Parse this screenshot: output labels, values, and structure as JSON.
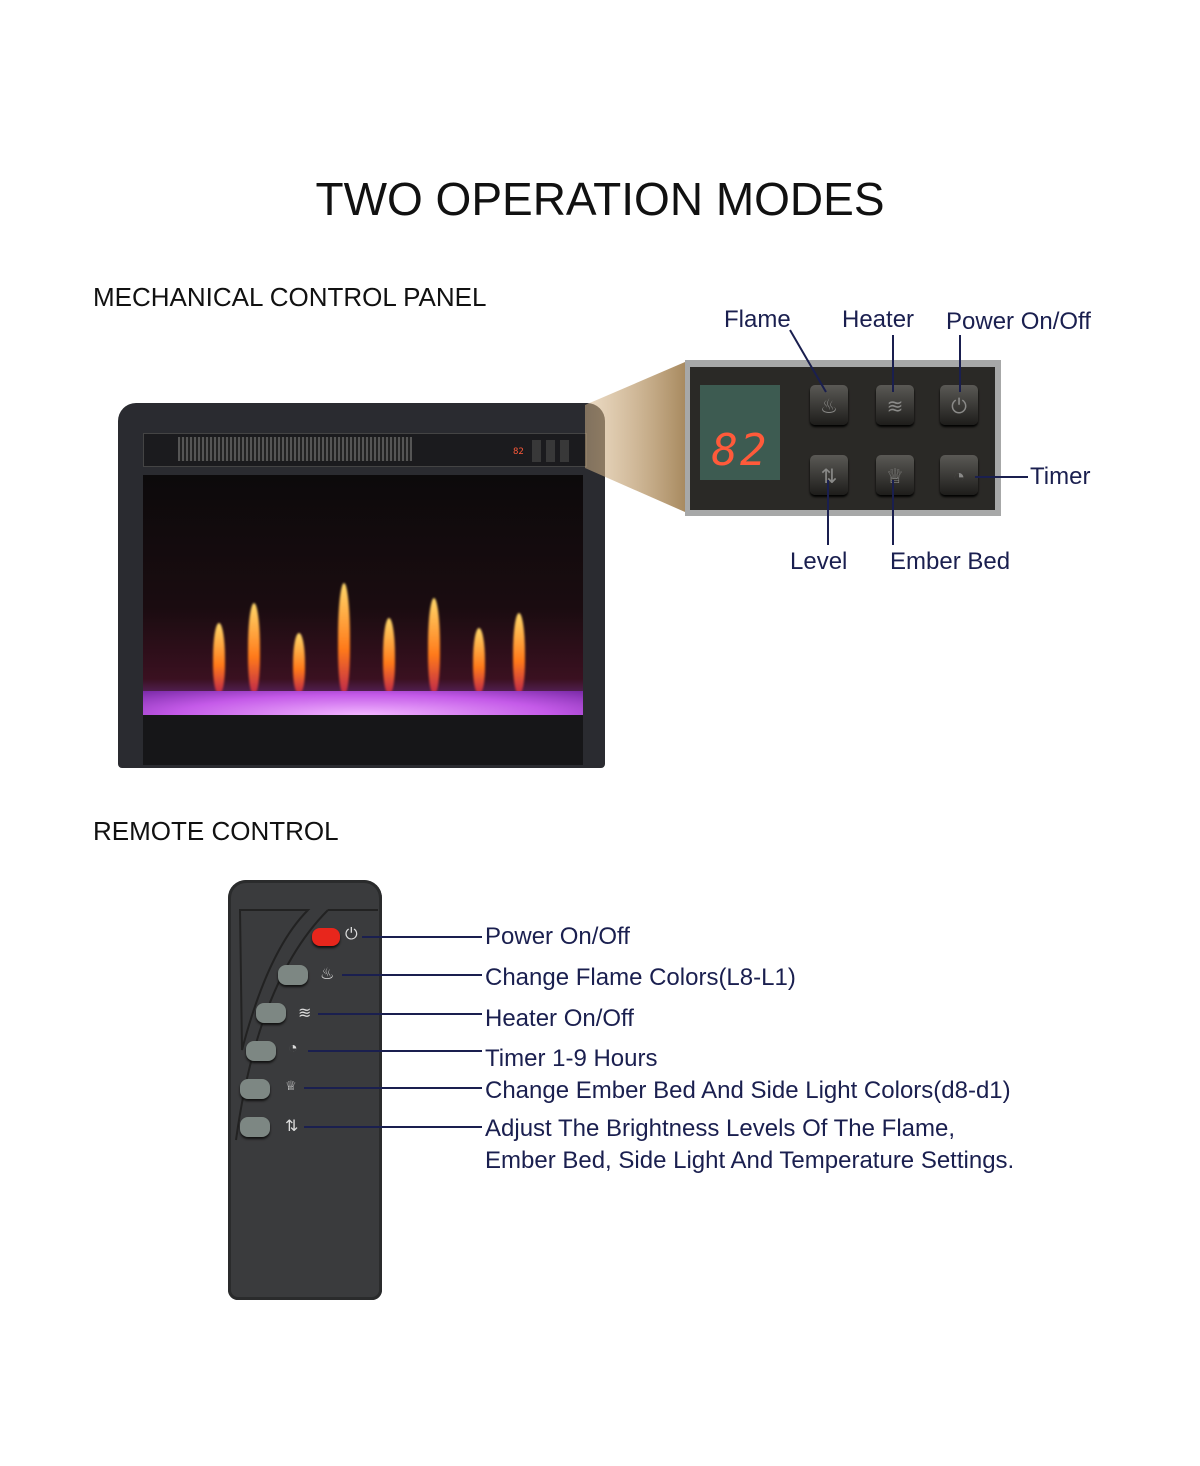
{
  "title": "TWO OPERATION MODES",
  "mechanical": {
    "heading": "MECHANICAL CONTROL PANEL",
    "display_value": "82",
    "labels": {
      "flame": "Flame",
      "heater": "Heater",
      "power": "Power On/Off",
      "timer": "Timer",
      "level": "Level",
      "ember_bed": "Ember Bed"
    }
  },
  "remote": {
    "heading": "REMOTE CONTROL",
    "functions": [
      {
        "icon": "power-icon",
        "label": "Power On/Off"
      },
      {
        "icon": "flame-icon",
        "label": "Change Flame Colors(L8-L1)"
      },
      {
        "icon": "heater-icon",
        "label": "Heater On/Off"
      },
      {
        "icon": "timer-icon",
        "label": "Timer 1-9 Hours"
      },
      {
        "icon": "ember-bed-icon",
        "label": "Change Ember Bed And Side Light Colors(d8-d1)"
      },
      {
        "icon": "level-icon",
        "label": "Adjust The Brightness Levels Of The Flame,",
        "label2": "Ember Bed, Side Light And Temperature Settings."
      }
    ]
  },
  "colors": {
    "label_text": "#1a1f4f",
    "power_button": "#e8261c",
    "display_digits": "#ff5a3a"
  }
}
